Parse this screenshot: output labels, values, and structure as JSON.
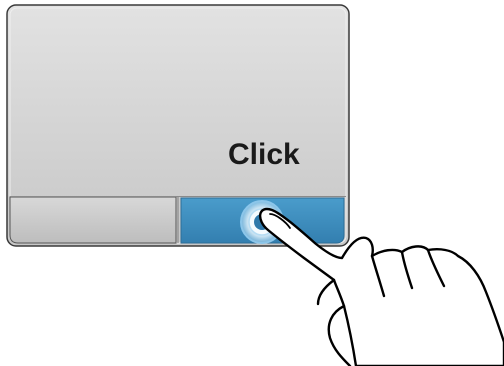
{
  "caption": {
    "text": "Click"
  },
  "touchpad": {
    "left_button": {
      "state": "idle"
    },
    "right_button": {
      "state": "pressed"
    }
  },
  "colors": {
    "pad_surface": "#d4d4d4",
    "pad_border": "#333333",
    "button_idle": "#c9c9c9",
    "button_pressed": "#3e8fc0",
    "ripple": "#e6f2fb",
    "hand_outline": "#000000",
    "hand_fill": "#ffffff"
  },
  "icons": {
    "tap_indicator": "ripple-icon",
    "pointer": "hand-pointer-icon"
  }
}
